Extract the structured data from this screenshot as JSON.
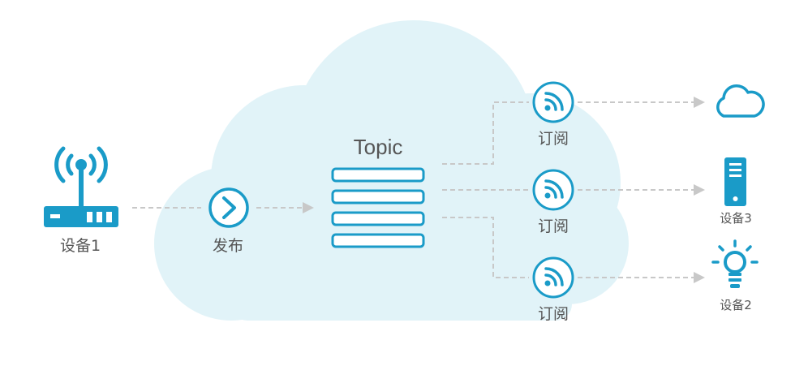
{
  "colors": {
    "accent": "#1a9bc8",
    "cloud_fill": "#e1f3f8",
    "arrow": "#c8c8c8",
    "text": "#555555"
  },
  "labels": {
    "device1": "设备1",
    "publish": "发布",
    "topic": "Topic",
    "subscribe_1": "订阅",
    "subscribe_2": "订阅",
    "subscribe_3": "订阅",
    "device3": "设备3",
    "device2": "设备2"
  },
  "icons": {
    "publisher_device": "router-icon",
    "publish": "chevron-right-circle-icon",
    "topic_queue": "queue-list-icon",
    "subscribe": "rss-circle-icon",
    "cloud_target": "cloud-icon",
    "device3": "mobile-device-icon",
    "device2": "lightbulb-icon"
  }
}
